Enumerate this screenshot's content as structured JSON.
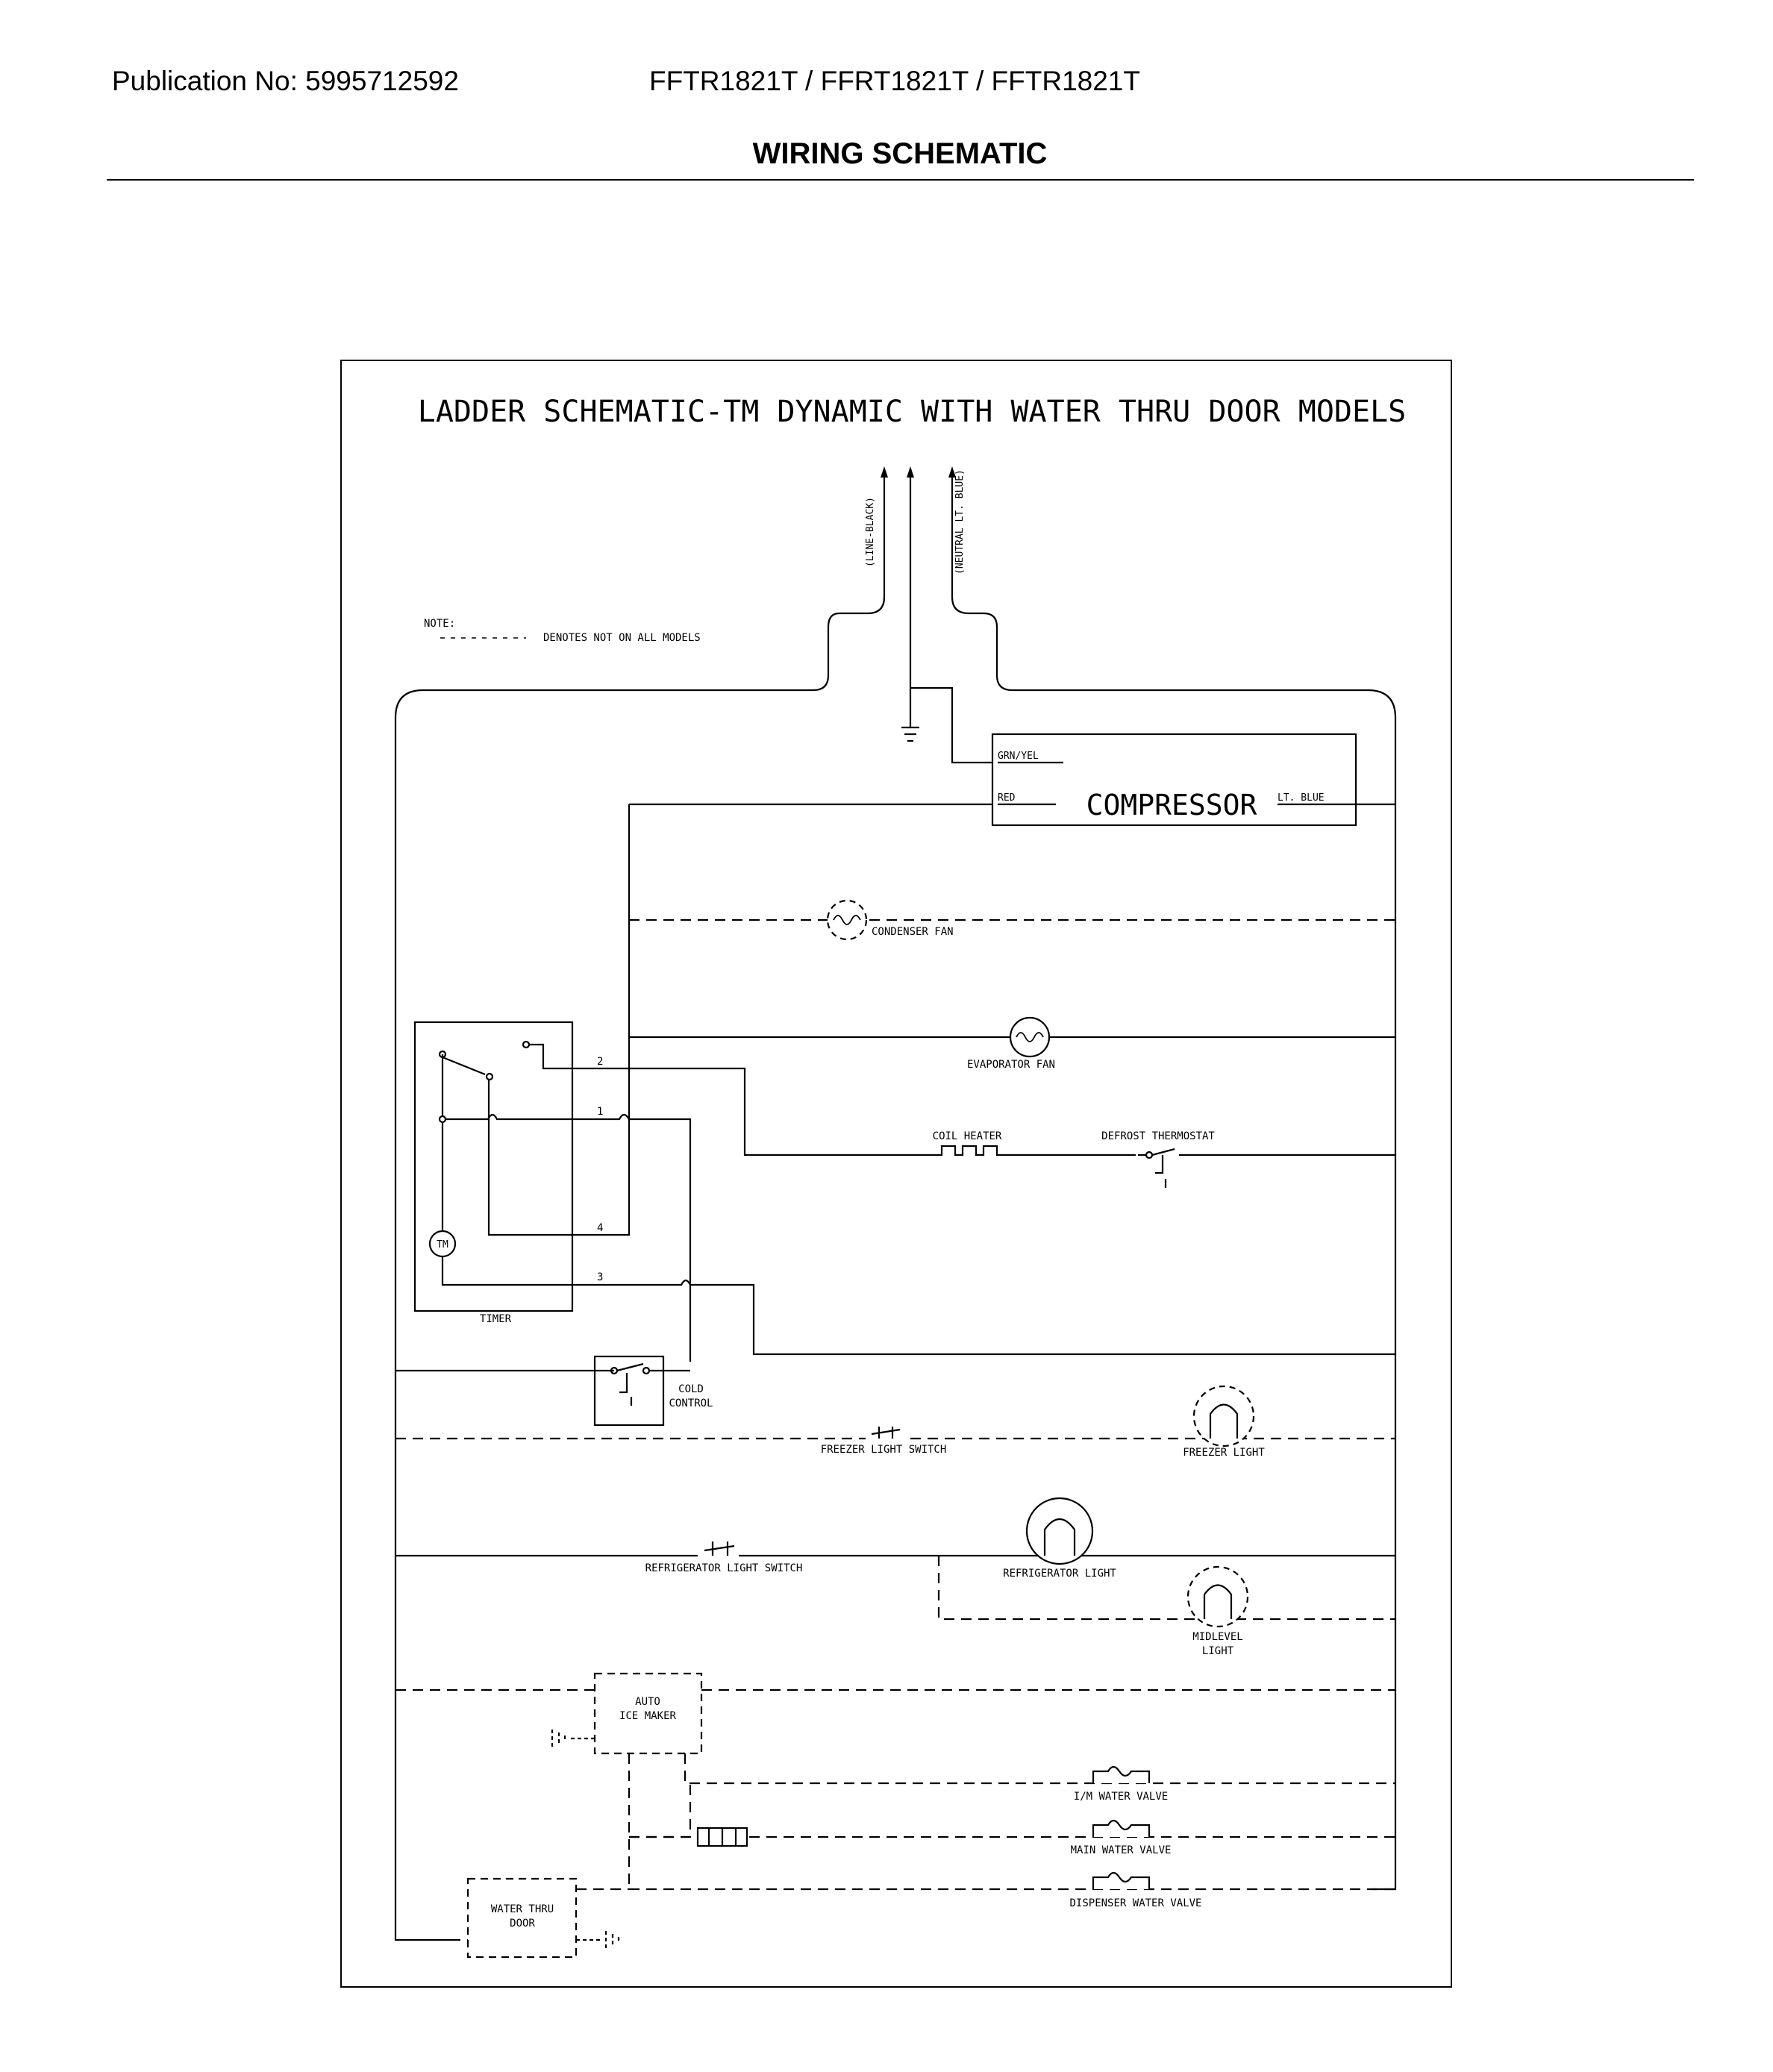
{
  "header": {
    "publication": "Publication No: 5995712592",
    "models": "FFTR1821T / FFRT1821T / FFTR1821T",
    "section_title": "WIRING SCHEMATIC"
  },
  "diagram": {
    "title": "LADDER SCHEMATIC-TM DYNAMIC WITH WATER THRU DOOR MODELS",
    "line_label": "(LINE-BLACK)",
    "neutral_label": "(NEUTRAL LT. BLUE)",
    "note_heading": "NOTE:",
    "note_text": "DENOTES NOT ON ALL MODELS",
    "compressor": {
      "label": "COMPRESSOR",
      "ground": "GRN/YEL",
      "red": "RED",
      "blue": "LT. BLUE"
    },
    "components": {
      "condenser_fan": "CONDENSER FAN",
      "evaporator_fan": "EVAPORATOR FAN",
      "coil_heater": "COIL HEATER",
      "defrost_thermostat": "DEFROST THERMOSTAT",
      "timer": "TIMER",
      "timer_motor": "TM",
      "cold_control_1": "COLD",
      "cold_control_2": "CONTROL",
      "freezer_light_switch": "FREEZER LIGHT SWITCH",
      "freezer_light": "FREEZER LIGHT",
      "refrigerator_light_switch": "REFRIGERATOR LIGHT SWITCH",
      "refrigerator_light": "REFRIGERATOR LIGHT",
      "midlevel_light_1": "MIDLEVEL",
      "midlevel_light_2": "LIGHT",
      "ice_maker_1": "AUTO",
      "ice_maker_2": "ICE MAKER",
      "im_water_valve": "I/M WATER VALVE",
      "main_water_valve": "MAIN WATER VALVE",
      "dispenser_water_valve": "DISPENSER WATER VALVE",
      "water_thru_door_1": "WATER THRU",
      "water_thru_door_2": "DOOR"
    },
    "timer_terminals": [
      "2",
      "1",
      "4",
      "3"
    ]
  }
}
